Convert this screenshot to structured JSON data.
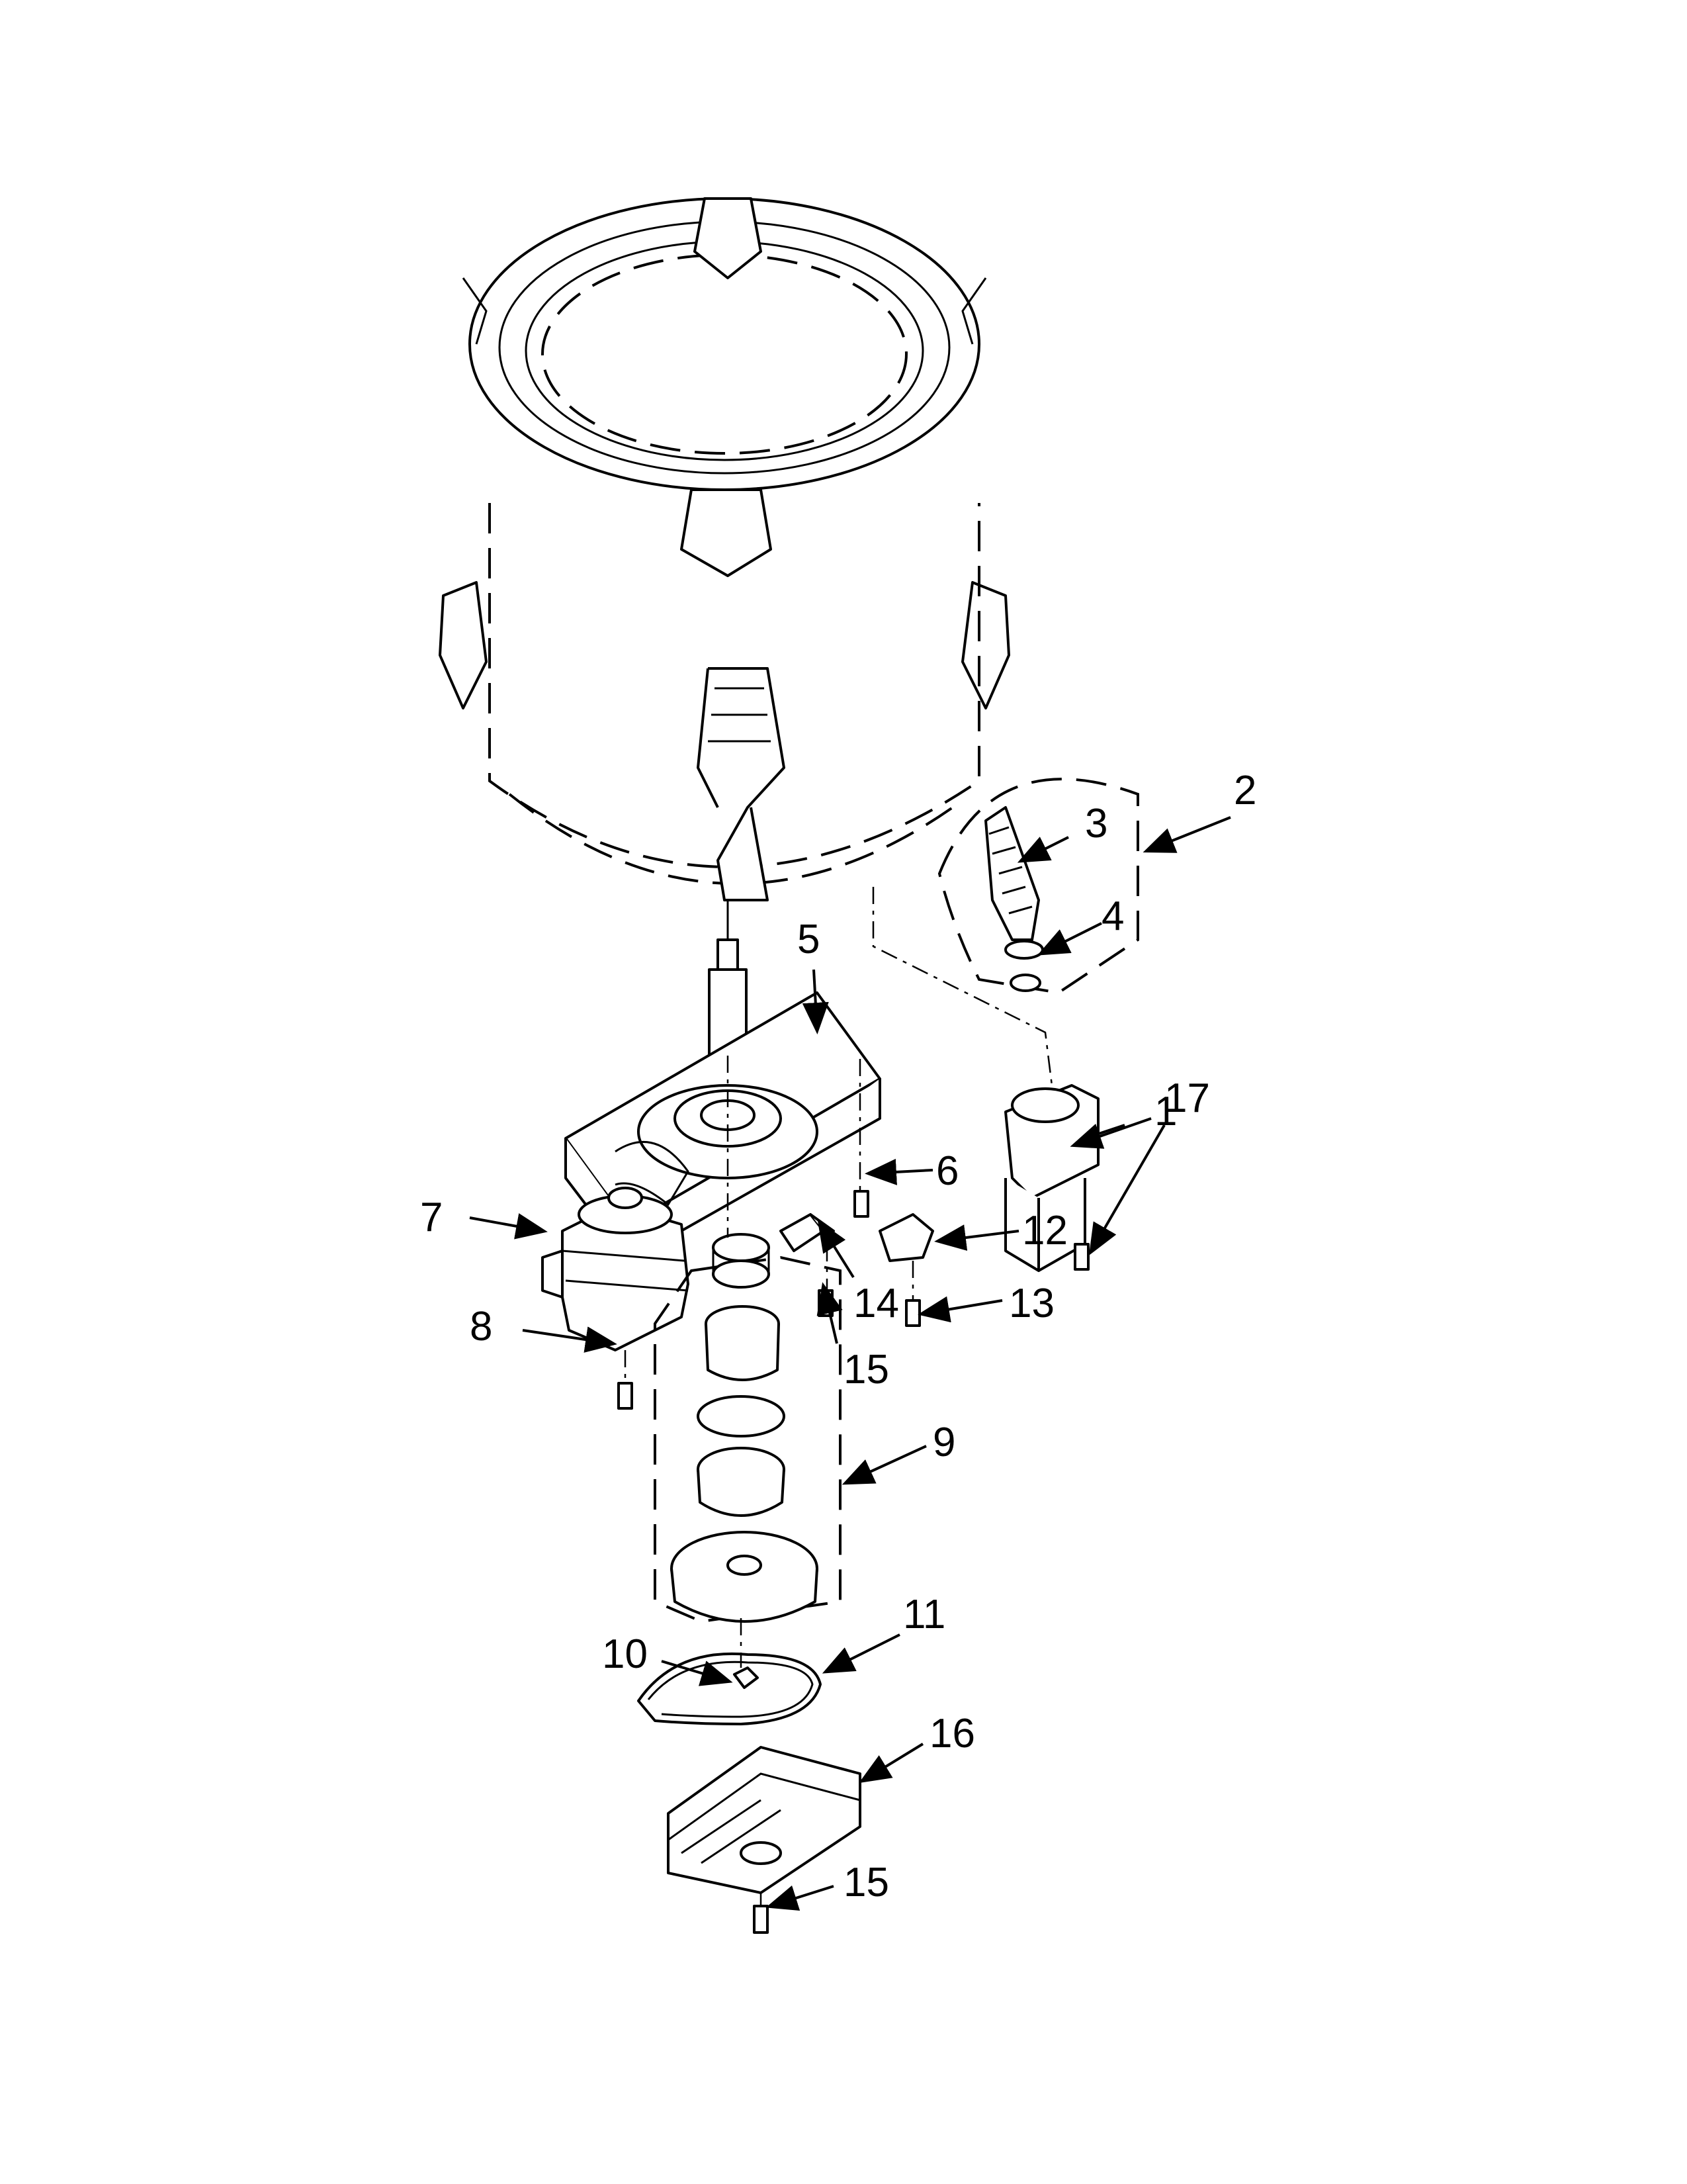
{
  "callouts": [
    {
      "id": "1",
      "label": "1"
    },
    {
      "id": "2",
      "label": "2"
    },
    {
      "id": "3",
      "label": "3"
    },
    {
      "id": "4",
      "label": "4"
    },
    {
      "id": "5",
      "label": "5"
    },
    {
      "id": "6",
      "label": "6"
    },
    {
      "id": "7",
      "label": "7"
    },
    {
      "id": "8",
      "label": "8"
    },
    {
      "id": "9",
      "label": "9"
    },
    {
      "id": "10",
      "label": "10"
    },
    {
      "id": "11",
      "label": "11"
    },
    {
      "id": "12",
      "label": "12"
    },
    {
      "id": "13",
      "label": "13"
    },
    {
      "id": "14",
      "label": "14"
    },
    {
      "id": "15a",
      "label": "15"
    },
    {
      "id": "15b",
      "label": "15"
    },
    {
      "id": "16",
      "label": "16"
    },
    {
      "id": "17",
      "label": "17"
    }
  ],
  "colors": {
    "line": "#000000",
    "background": "#ffffff"
  }
}
